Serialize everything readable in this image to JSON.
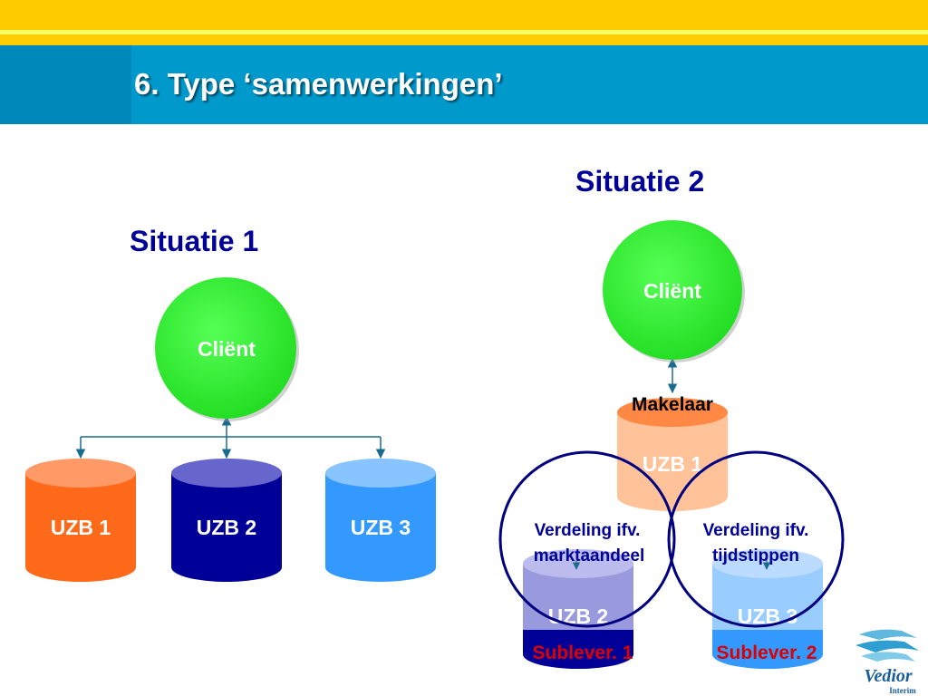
{
  "slide": {
    "title": "6.  Type ‘samenwerkingen’"
  },
  "situation1": {
    "heading": "Situatie 1",
    "client": "Cliënt",
    "nodes": [
      "UZB 1",
      "UZB 2",
      "UZB 3"
    ]
  },
  "situation2": {
    "heading": "Situatie 2",
    "client": "Cliënt",
    "broker_label": "Makelaar",
    "nodes": [
      "UZB 1",
      "UZB 2",
      "UZB 3"
    ],
    "circle_left": [
      "Verdeling ifv.",
      "marktaandeel"
    ],
    "circle_right": [
      "Verdeling ifv.",
      "tijdstippen"
    ],
    "sub_labels": [
      "Sublever. 1",
      "Sublever. 2"
    ]
  },
  "logo": {
    "name": "Vedior",
    "tagline": "Interim"
  },
  "colors": {
    "client_green": "#33ee33",
    "uzb_orange": "#ff6a1a",
    "uzb_navy": "#000099",
    "uzb_blue": "#3399ff",
    "heading_navy": "#000099",
    "sub_red": "#dd0000",
    "title_band": "#0099cc",
    "top_band": "#ffcc00"
  }
}
